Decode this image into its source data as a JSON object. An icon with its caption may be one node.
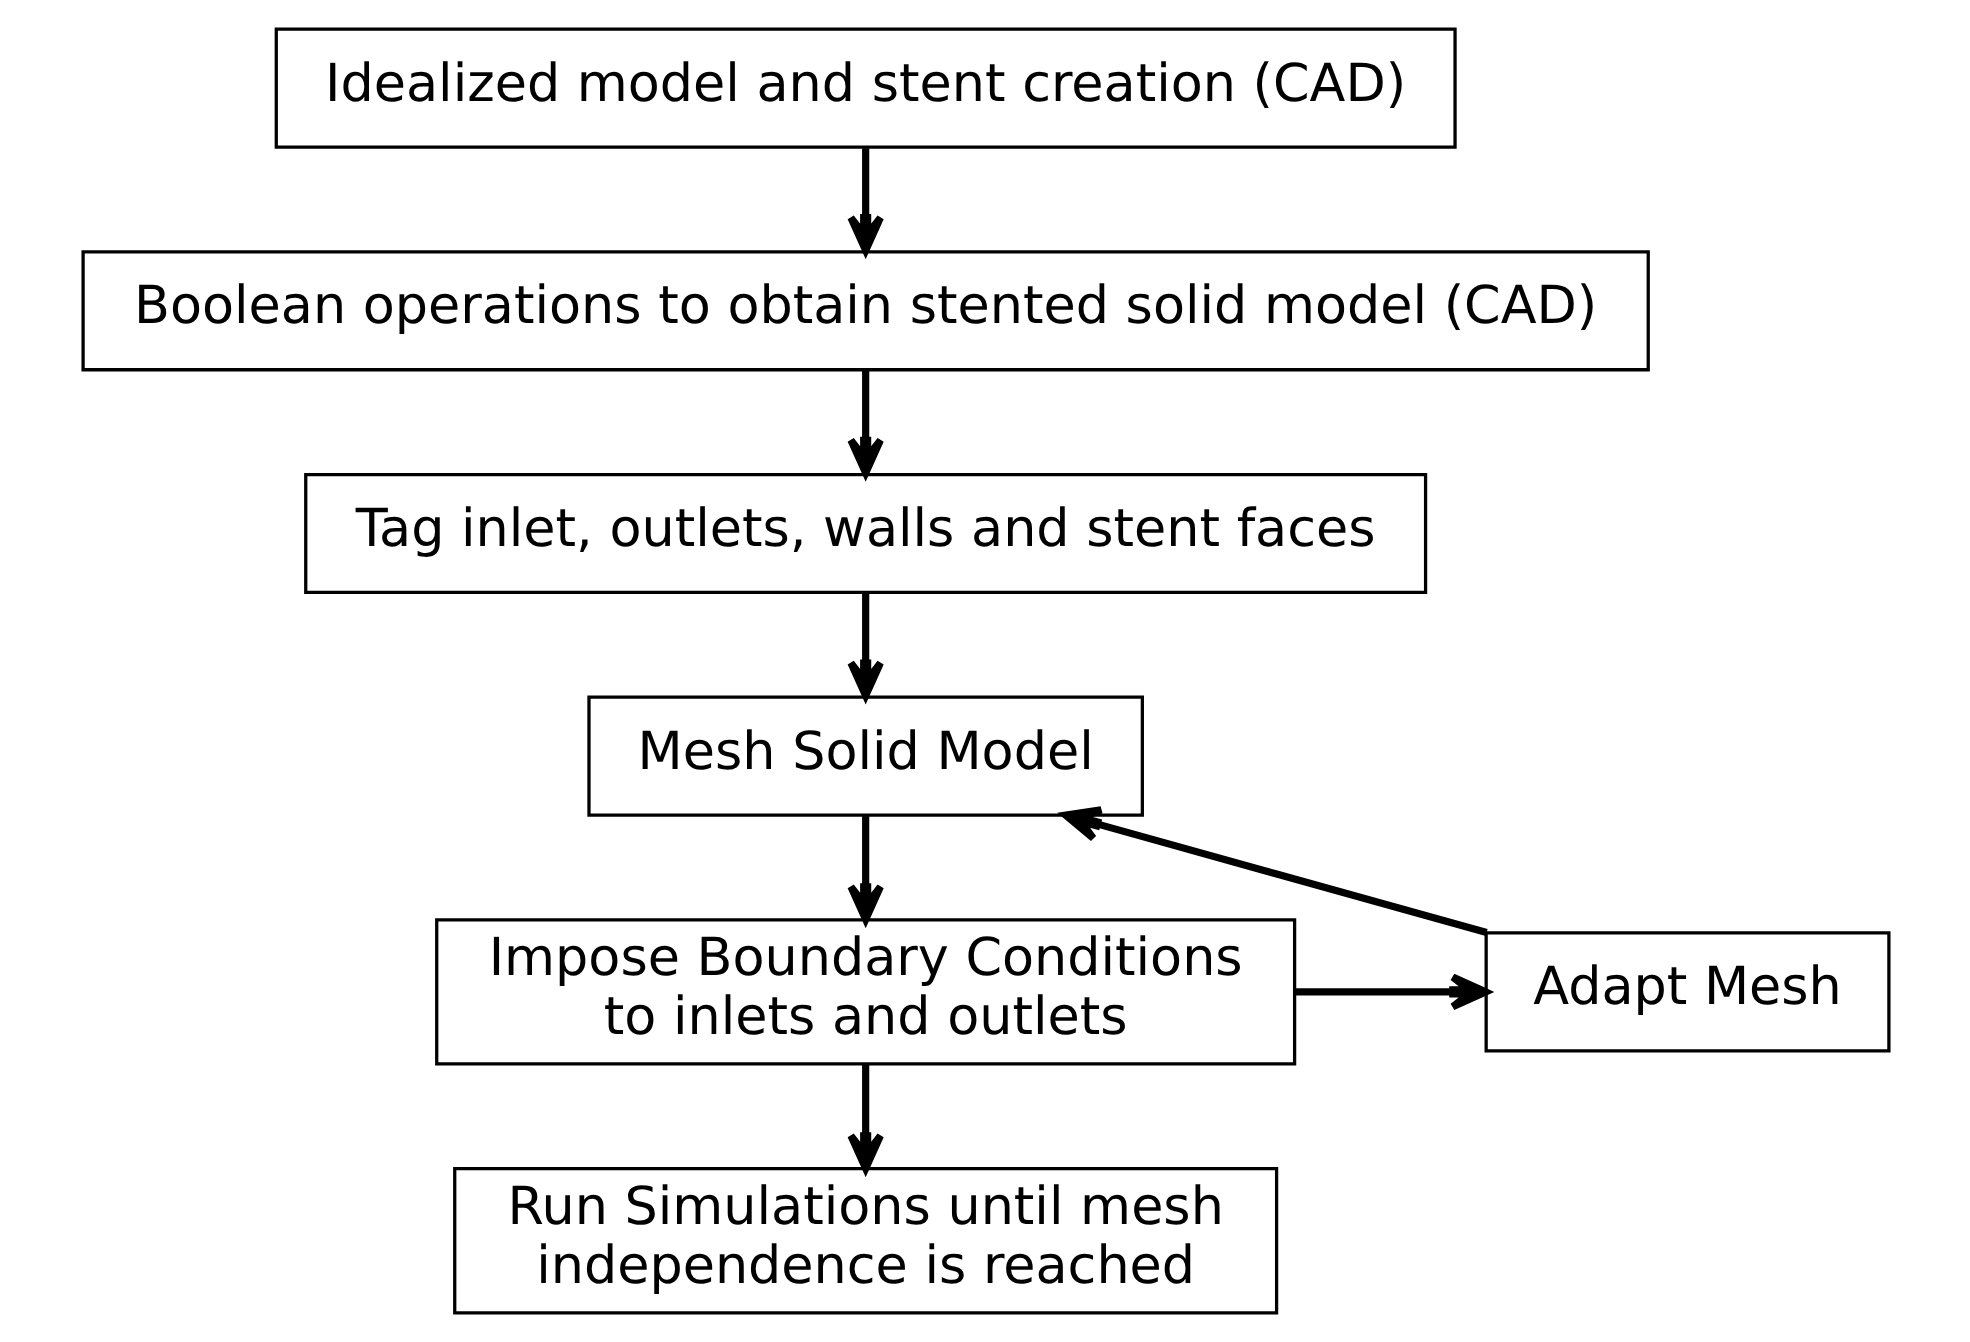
{
  "diagram": {
    "nodes": [
      {
        "text": [
          "Idealized model and stent creation (CAD)"
        ]
      },
      {
        "text": [
          "Boolean operations to obtain stented solid model (CAD)"
        ]
      },
      {
        "text": [
          "Tag inlet, outlets, walls and stent faces"
        ]
      },
      {
        "text": [
          "Mesh Solid Model"
        ]
      },
      {
        "text": [
          "Adapt Mesh"
        ]
      },
      {
        "text": [
          "Impose Boundary Conditions to inlets and outlets"
        ]
      },
      {
        "text": [
          "Run Simulations until mesh independence is reached"
        ]
      }
    ],
    "edges": [
      {
        "from": 0,
        "to": 1,
        "arrow": "to"
      },
      {
        "from": 1,
        "to": 2,
        "arrow": "to"
      },
      {
        "from": 2,
        "to": 3,
        "arrow": "to"
      },
      {
        "from": 3,
        "to": 5,
        "arrow": "to"
      },
      {
        "from": 5,
        "to": 4,
        "arrow": "to"
      },
      {
        "from": 4,
        "to": 3,
        "arrow": "to"
      },
      {
        "from": 5,
        "to": 6,
        "arrow": "to"
      }
    ]
  }
}
